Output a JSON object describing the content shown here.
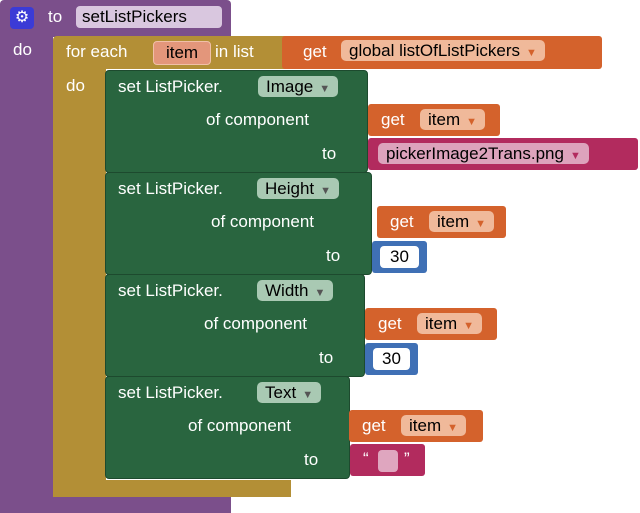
{
  "procedure": {
    "to_label": "to",
    "name": "setListPickers",
    "do_label": "do",
    "gear_icon": "gear-icon"
  },
  "foreach": {
    "label": "for each",
    "var": "item",
    "in_list": "in list",
    "do_label": "do",
    "list_get": {
      "get": "get",
      "var": "global listOfListPickers"
    }
  },
  "setters": [
    {
      "set": "set ListPicker.",
      "prop": "Image",
      "of_component": "of component",
      "get": "get",
      "var": "item",
      "to": "to",
      "value": "pickerImage2Trans.png",
      "value_type": "text-dropdown"
    },
    {
      "set": "set ListPicker.",
      "prop": "Height",
      "of_component": "of component",
      "get": "get",
      "var": "item",
      "to": "to",
      "value": "30",
      "value_type": "number"
    },
    {
      "set": "set ListPicker.",
      "prop": "Width",
      "of_component": "of component",
      "get": "get",
      "var": "item",
      "to": "to",
      "value": "30",
      "value_type": "number"
    },
    {
      "set": "set ListPicker.",
      "prop": "Text",
      "of_component": "of component",
      "get": "get",
      "var": "item",
      "to": "to",
      "value": "",
      "value_type": "text",
      "open_quote": "“",
      "close_quote": "”"
    }
  ],
  "colors": {
    "procedure": "#7b4f8b",
    "control": "#b38f36",
    "setter": "#29653f",
    "variable": "#d4622c",
    "math": "#3f70b5",
    "text": "#b22b5e"
  }
}
